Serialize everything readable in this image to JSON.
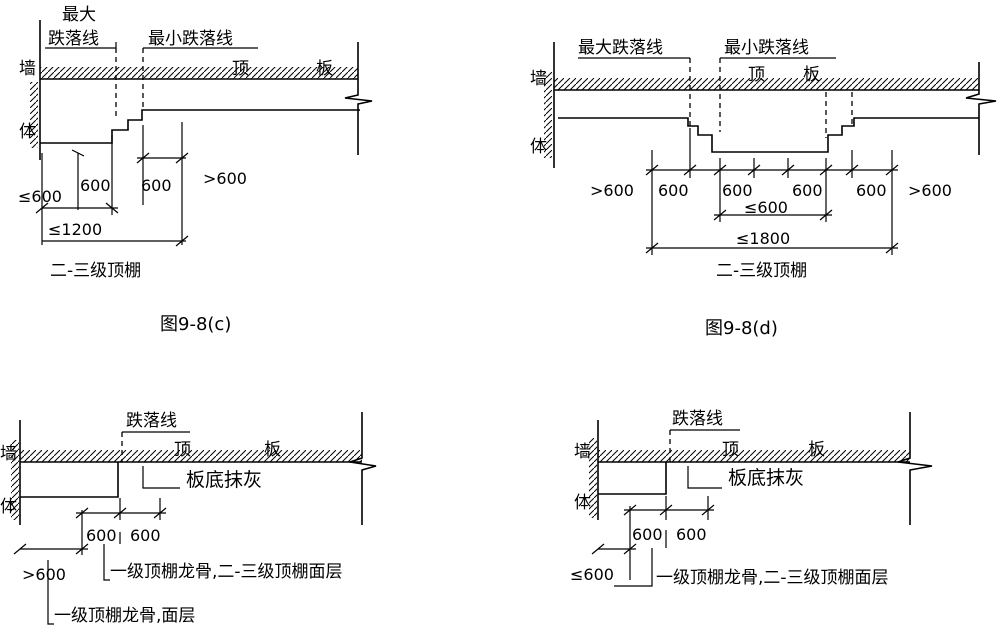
{
  "common": {
    "wall_label_top": "墙",
    "wall_label_bottom": "体",
    "slab_label_left": "顶",
    "slab_label_right": "板"
  },
  "diagram_c": {
    "caption": "图9-8(c)",
    "label_max_drop_line_1": "最大",
    "label_max_drop_line_2": "跌落线",
    "label_min_drop_line": "最小跌落线",
    "dim_le600": "≤600",
    "dim_600_a": "600",
    "dim_600_b": "600",
    "dim_gt600": ">600",
    "dim_le1200": "≤1200",
    "note": "二-三级顶棚"
  },
  "diagram_d": {
    "caption": "图9-8(d)",
    "label_max_drop_line": "最大跌落线",
    "label_min_drop_line": "最小跌落线",
    "dim_gt600_left": ">600",
    "dim_600_1": "600",
    "dim_600_2": "600",
    "dim_600_3": "600",
    "dim_600_4": "600",
    "dim_gt600_right": ">600",
    "dim_le600": "≤600",
    "dim_le1800": "≤1800",
    "note": "二-三级顶棚"
  },
  "diagram_e": {
    "label_drop_line": "跌落线",
    "label_plaster": "板底抹灰",
    "dim_600_a": "600",
    "dim_600_b": "600",
    "dim_gt600": ">600",
    "note_upper": "一级顶棚龙骨,二-三级顶棚面层",
    "note_lower": "一级顶棚龙骨,面层"
  },
  "diagram_f": {
    "label_drop_line": "跌落线",
    "label_plaster": "板底抹灰",
    "dim_600_a": "600",
    "dim_600_b": "600",
    "dim_le600": "≤600",
    "note": "一级顶棚龙骨,二-三级顶棚面层"
  }
}
